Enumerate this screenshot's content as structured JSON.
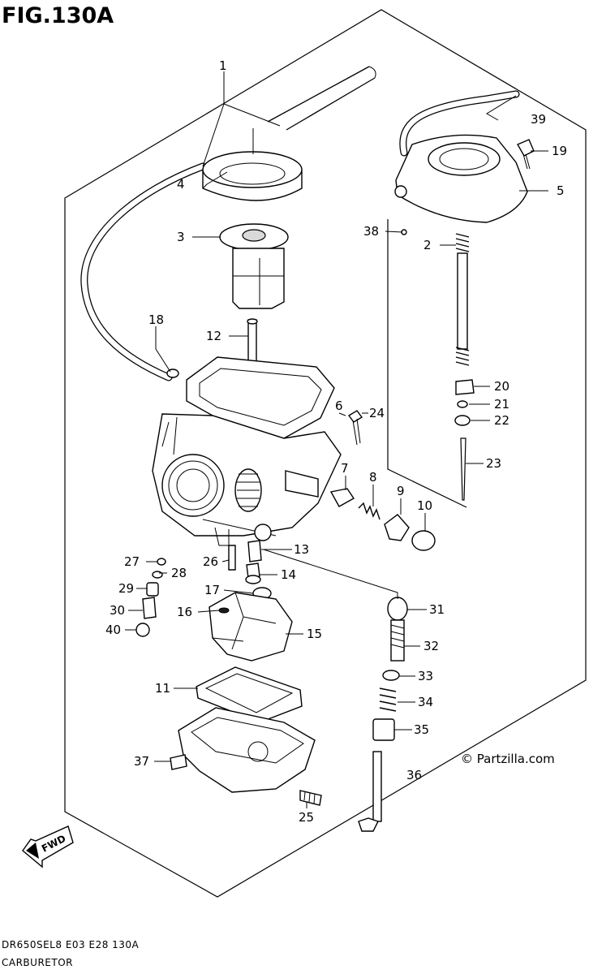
{
  "figure": {
    "title": "FIG.130A",
    "copyright": "© Partzilla.com",
    "model_code": "DR650SEL8  E03  E28  130A",
    "section_name": "CARBURETOR",
    "direction_label": "FWD",
    "accent_color": "#000000",
    "icons": [
      "fwd-arrow-icon",
      "copyright-icon"
    ]
  },
  "callouts": {
    "c1": "1",
    "c2": "2",
    "c3": "3",
    "c4": "4",
    "c5": "5",
    "c6": "6",
    "c7": "7",
    "c8": "8",
    "c9": "9",
    "c10": "10",
    "c11": "11",
    "c12": "12",
    "c13": "13",
    "c14": "14",
    "c15": "15",
    "c16": "16",
    "c17": "17",
    "c18": "18",
    "c19": "19",
    "c20": "20",
    "c21": "21",
    "c22": "22",
    "c23": "23",
    "c24": "24",
    "c25": "25",
    "c26": "26",
    "c27": "27",
    "c28": "28",
    "c29": "29",
    "c30": "30",
    "c31": "31",
    "c32": "32",
    "c33": "33",
    "c34": "34",
    "c35": "35",
    "c36": "36",
    "c37": "37",
    "c38": "38",
    "c39": "39",
    "c40": "40"
  }
}
